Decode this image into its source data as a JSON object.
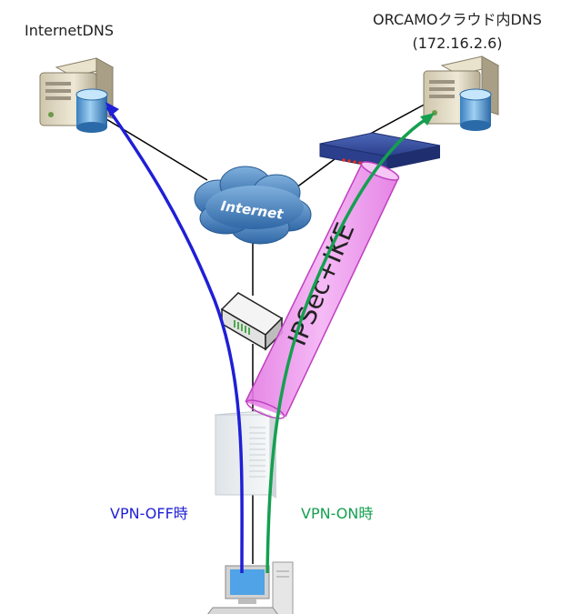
{
  "labels": {
    "internet_dns": "InternetDNS",
    "orcamo_dns_line1": "ORCAMOクラウド内DNS",
    "orcamo_dns_line2": "(172.16.2.6)",
    "internet_cloud": "Internet",
    "tunnel": "IPSec+IKE",
    "vpn_off": "VPN-OFF時",
    "vpn_on": "VPN-ON時"
  },
  "colors": {
    "vpn_off": "#1f1fd6",
    "vpn_on": "#14a050",
    "tunnel_fill": "#ee88ee",
    "tunnel_stroke": "#cc33cc",
    "cloud": "#3f78b5",
    "router": "#2c3f8c",
    "line": "#000000"
  },
  "icons": {
    "internet_dns": "dns-server-icon",
    "orcamo_dns": "dns-server-icon",
    "vpn_gateway": "rack-router-icon",
    "internet": "cloud-icon",
    "home_router": "broadband-router-icon",
    "vpn_appliance": "tower-appliance-icon",
    "client": "desktop-pc-icon"
  }
}
